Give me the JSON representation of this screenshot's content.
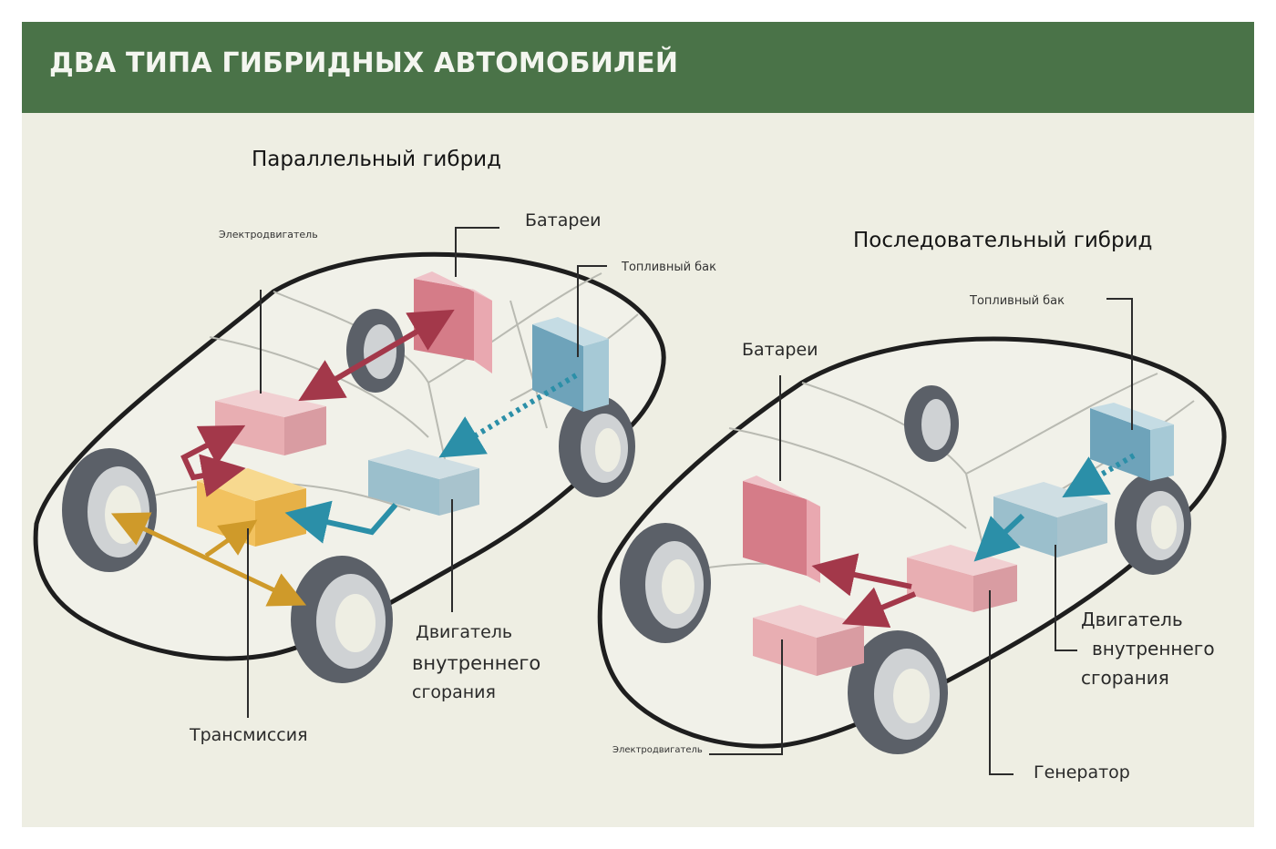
{
  "title": "ДВА ТИПА ГИБРИДНЫХ АВТОМОБИЛЕЙ",
  "colors": {
    "banner": "#4a7348",
    "background": "#eeeee3",
    "battery": "#d57c88",
    "electric_motor": "#e8aeb2",
    "transmission": "#f2c25f",
    "engine": "#9bbfcc",
    "fuel_tank": "#6ea3ba",
    "arrow_red": "#a3384a",
    "arrow_blue": "#2b8fa8",
    "arrow_gold": "#cf9a2a"
  },
  "parallel": {
    "heading": "Параллельный гибрид",
    "labels": {
      "electric_motor": "Электродвигатель",
      "batteries": "Батареи",
      "fuel_tank": "Топливный бак",
      "transmission": "Трансмиссия",
      "engine": [
        "Двигатель",
        "внутреннего",
        "сгорания"
      ]
    }
  },
  "series": {
    "heading": "Последовательный гибрид",
    "labels": {
      "fuel_tank": "Топливный бак",
      "batteries": "Батареи",
      "engine": [
        "Двигатель",
        "внутреннего",
        "сгорания"
      ],
      "electric_motor": "Электродвигатель",
      "generator": "Генератор"
    }
  }
}
